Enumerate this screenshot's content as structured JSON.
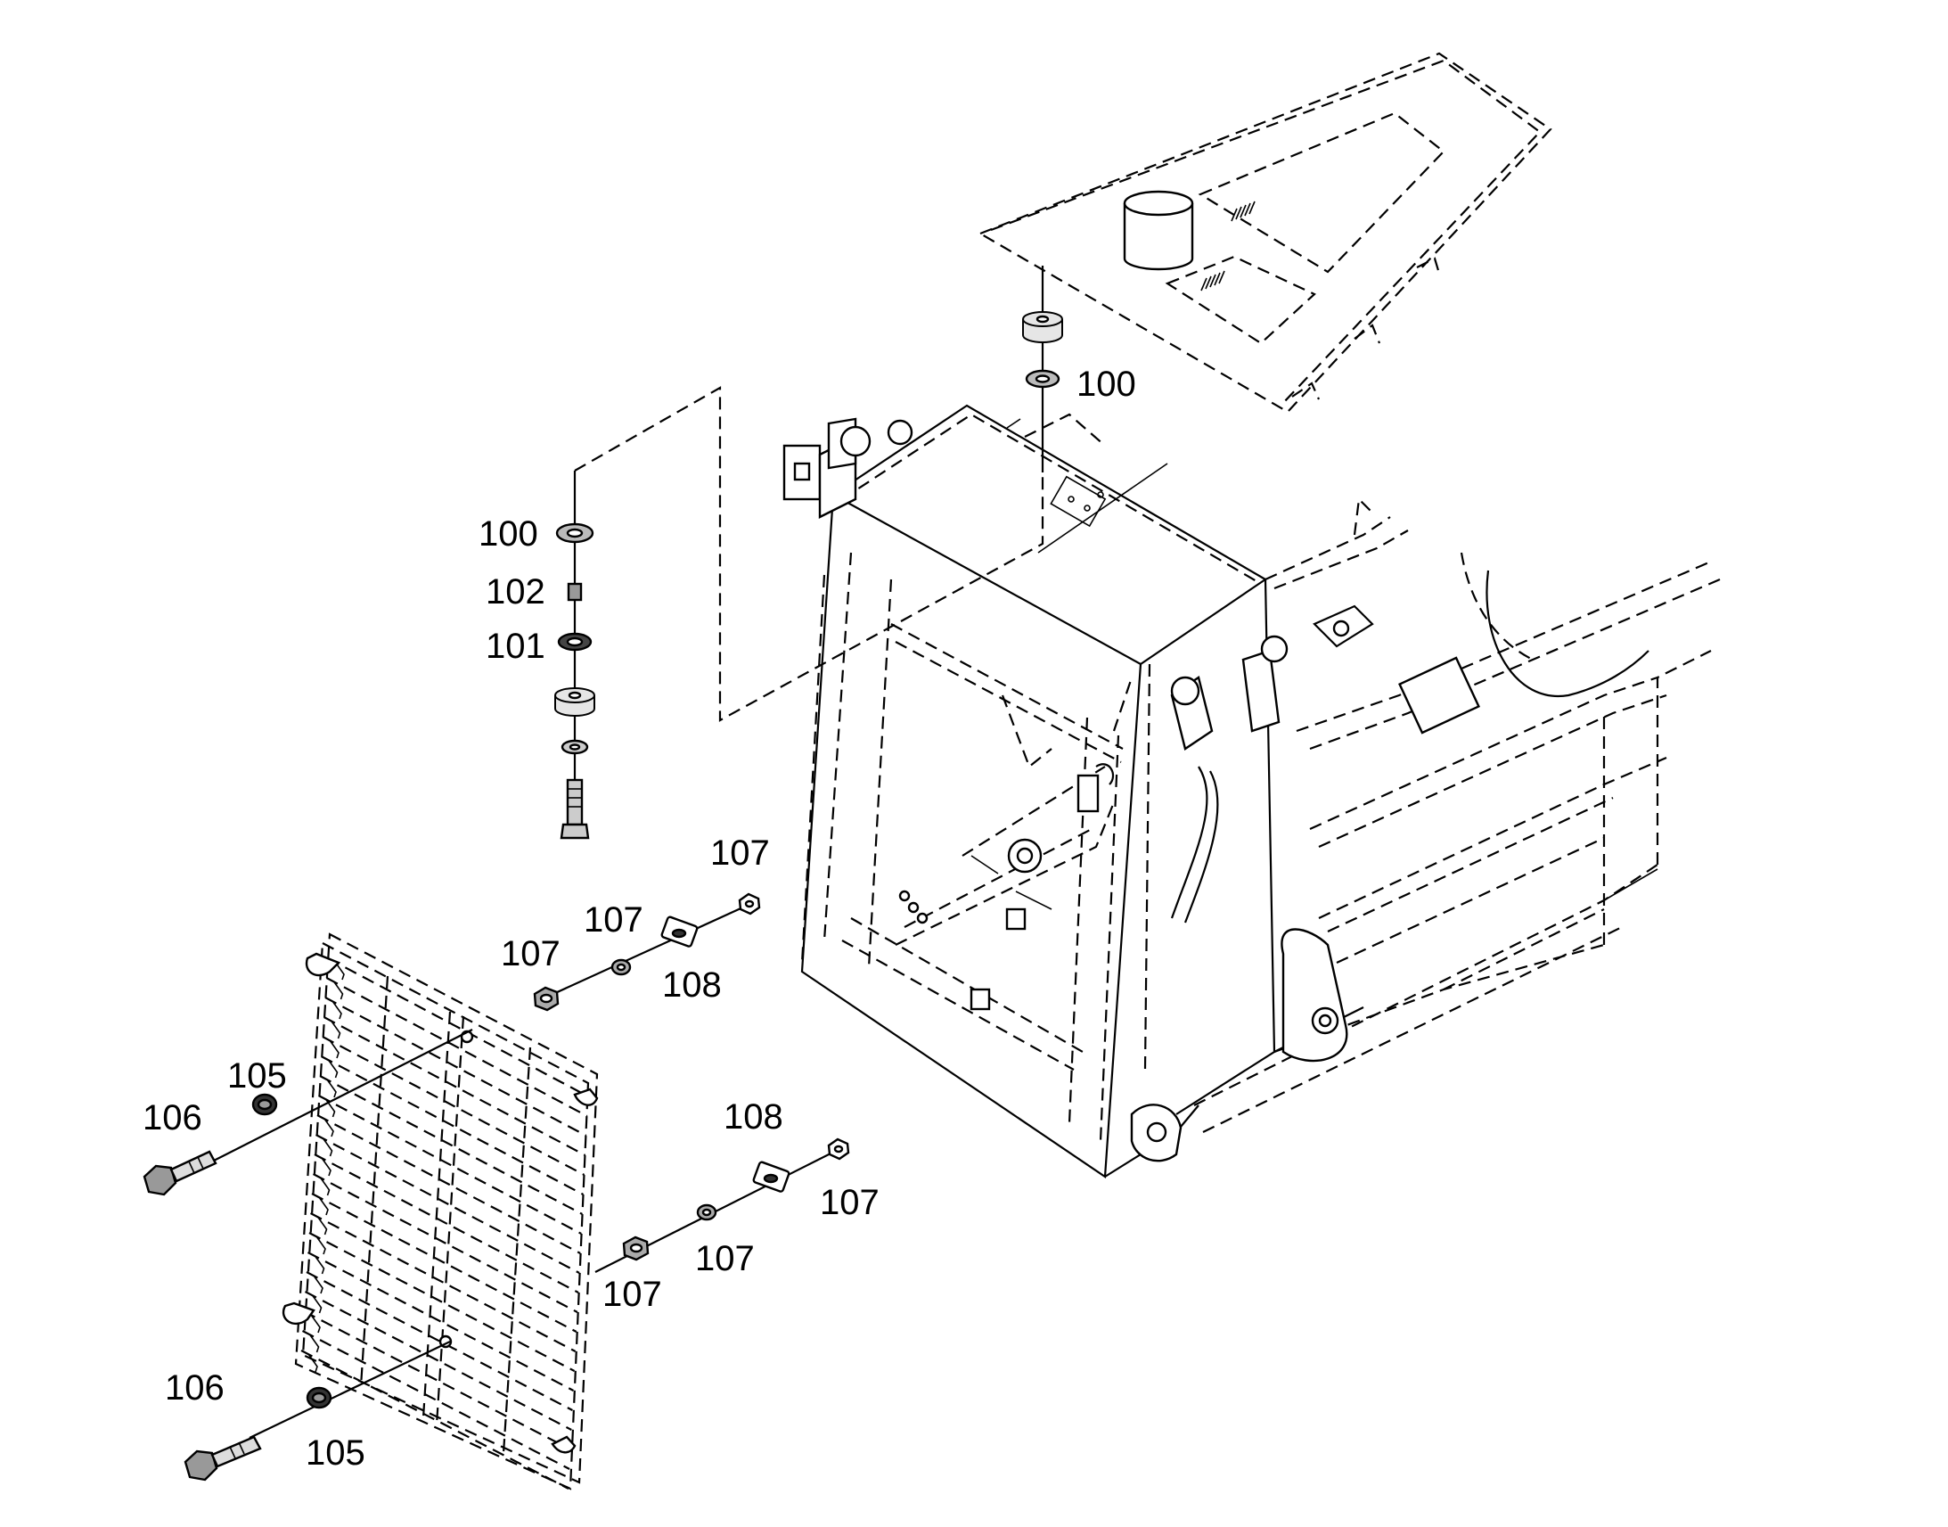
{
  "callouts": [
    {
      "id": "c100a",
      "text": "100"
    },
    {
      "id": "c100b",
      "text": "100"
    },
    {
      "id": "c102",
      "text": "102"
    },
    {
      "id": "c101",
      "text": "101"
    },
    {
      "id": "c107a",
      "text": "107"
    },
    {
      "id": "c107b",
      "text": "107"
    },
    {
      "id": "c107c",
      "text": "107"
    },
    {
      "id": "c108a",
      "text": "108"
    },
    {
      "id": "c105a",
      "text": "105"
    },
    {
      "id": "c106a",
      "text": "106"
    },
    {
      "id": "c108b",
      "text": "108"
    },
    {
      "id": "c107d",
      "text": "107"
    },
    {
      "id": "c107e",
      "text": "107"
    },
    {
      "id": "c107f",
      "text": "107"
    },
    {
      "id": "c106b",
      "text": "106"
    },
    {
      "id": "c105b",
      "text": "105"
    }
  ]
}
